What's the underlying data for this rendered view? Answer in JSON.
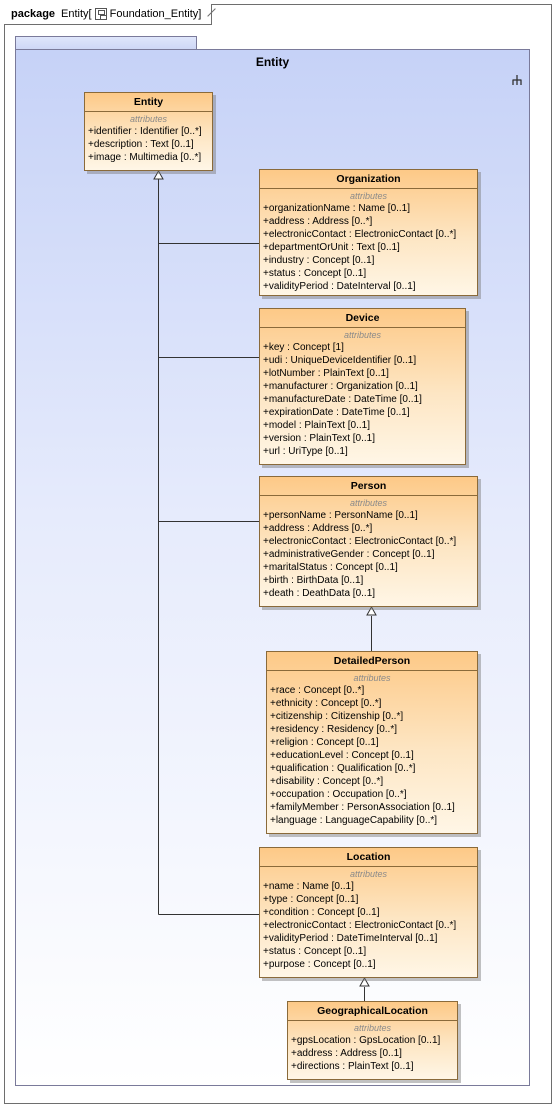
{
  "frame": {
    "keyword": "package",
    "name": "Entity",
    "diagram_name": "Foundation_Entity",
    "open_bracket": "[",
    "close_bracket": "]"
  },
  "package": {
    "name": "Entity"
  },
  "compartment_label": "attributes",
  "classes": [
    {
      "name": "Entity",
      "attributes": [
        {
          "name": "+identifier",
          "type": " : Identifier [0..*]"
        },
        {
          "name": "+description",
          "type": " : Text [0..1]"
        },
        {
          "name": "+image",
          "type": " : Multimedia [0..*]"
        }
      ]
    },
    {
      "name": "Organization",
      "attributes": [
        {
          "name": "+organizationName",
          "type": " : Name [0..1]"
        },
        {
          "name": "+address",
          "type": " : Address [0..*]"
        },
        {
          "name": "+electronicContact",
          "type": " : ElectronicContact [0..*]"
        },
        {
          "name": "+departmentOrUnit",
          "type": " : Text [0..1]"
        },
        {
          "name": "+industry",
          "type": " : Concept [0..1]"
        },
        {
          "name": "+status",
          "type": " : Concept [0..1]"
        },
        {
          "name": "+validityPeriod",
          "type": " : DateInterval [0..1]"
        }
      ]
    },
    {
      "name": "Device",
      "attributes": [
        {
          "name": "+key",
          "type": " : Concept [1]"
        },
        {
          "name": "+udi",
          "type": " : UniqueDeviceIdentifier [0..1]"
        },
        {
          "name": "+lotNumber",
          "type": " : PlainText [0..1]"
        },
        {
          "name": "+manufacturer",
          "type": " : Organization [0..1]"
        },
        {
          "name": "+manufactureDate",
          "type": " : DateTime [0..1]"
        },
        {
          "name": "+expirationDate",
          "type": " : DateTime [0..1]"
        },
        {
          "name": "+model",
          "type": " : PlainText [0..1]"
        },
        {
          "name": "+version",
          "type": " : PlainText [0..1]"
        },
        {
          "name": "+url",
          "type": " : UriType [0..1]"
        }
      ]
    },
    {
      "name": "Person",
      "attributes": [
        {
          "name": "+personName",
          "type": " : PersonName [0..1]"
        },
        {
          "name": "+address",
          "type": " : Address [0..*]"
        },
        {
          "name": "+electronicContact",
          "type": " : ElectronicContact [0..*]"
        },
        {
          "name": "+administrativeGender",
          "type": " : Concept [0..1]"
        },
        {
          "name": "+maritalStatus",
          "type": " : Concept [0..1]"
        },
        {
          "name": "+birth",
          "type": " : BirthData [0..1]"
        },
        {
          "name": "+death",
          "type": " : DeathData [0..1]"
        }
      ]
    },
    {
      "name": "DetailedPerson",
      "attributes": [
        {
          "name": "+race",
          "type": " : Concept [0..*]"
        },
        {
          "name": "+ethnicity",
          "type": " : Concept [0..*]"
        },
        {
          "name": "+citizenship",
          "type": " : Citizenship [0..*]"
        },
        {
          "name": "+residency",
          "type": " : Residency [0..*]"
        },
        {
          "name": "+religion",
          "type": " : Concept [0..1]"
        },
        {
          "name": "+educationLevel",
          "type": " : Concept [0..1]"
        },
        {
          "name": "+qualification",
          "type": " : Qualification [0..*]"
        },
        {
          "name": "+disability",
          "type": " : Concept [0..*]"
        },
        {
          "name": "+occupation",
          "type": " : Occupation [0..*]"
        },
        {
          "name": "+familyMember",
          "type": " : PersonAssociation [0..1]"
        },
        {
          "name": "+language",
          "type": " : LanguageCapability [0..*]"
        }
      ]
    },
    {
      "name": "Location",
      "attributes": [
        {
          "name": "+name",
          "type": " : Name [0..1]"
        },
        {
          "name": "+type",
          "type": " : Concept [0..1]"
        },
        {
          "name": "+condition",
          "type": " : Concept [0..1]"
        },
        {
          "name": "+electronicContact",
          "type": " : ElectronicContact [0..*]"
        },
        {
          "name": "+validityPeriod",
          "type": " : DateTimeInterval [0..1]"
        },
        {
          "name": "+status",
          "type": " : Concept [0..1]"
        },
        {
          "name": "+purpose",
          "type": " : Concept [0..1]"
        }
      ]
    },
    {
      "name": "GeographicalLocation",
      "attributes": [
        {
          "name": "+gpsLocation",
          "type": " : GpsLocation [0..1]"
        },
        {
          "name": "+address",
          "type": " : Address [0..1]"
        },
        {
          "name": "+directions",
          "type": " : PlainText [0..1]"
        }
      ]
    }
  ]
}
